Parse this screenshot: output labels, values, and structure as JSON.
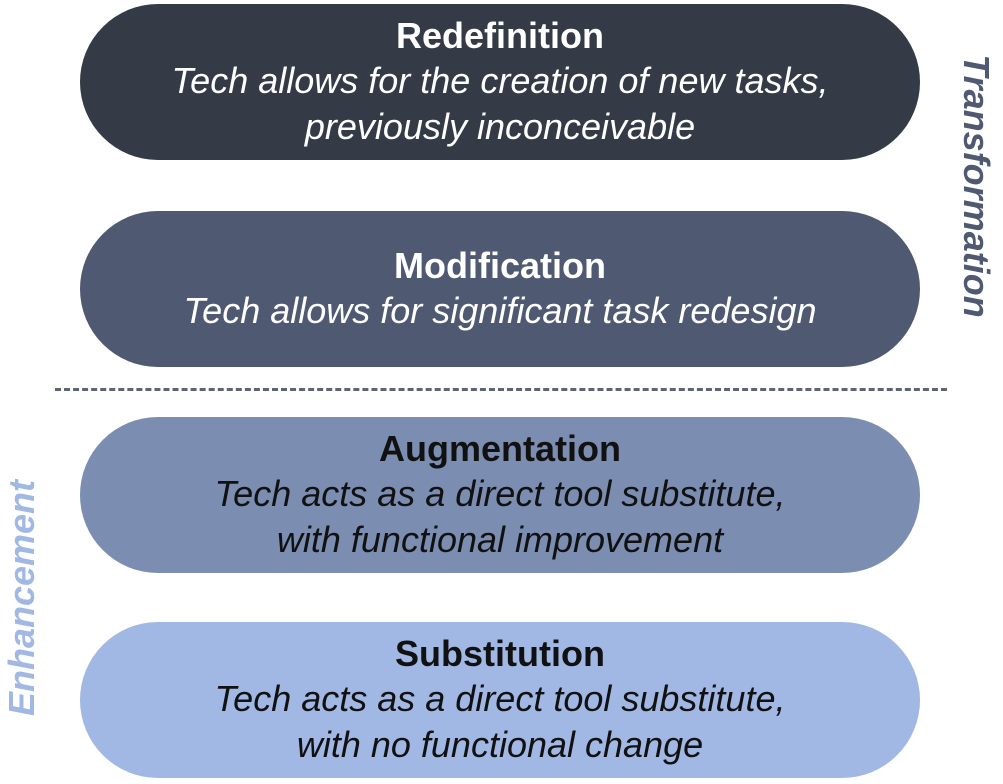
{
  "levels": [
    {
      "title": "Redefinition",
      "description": [
        "Tech allows for the creation of new tasks,",
        "previously inconceivable"
      ],
      "fill": "#343a46",
      "text_color": "#ffffff"
    },
    {
      "title": "Modification",
      "description": [
        "Tech allows for significant task redesign"
      ],
      "fill": "#4f5a72",
      "text_color": "#ffffff"
    },
    {
      "title": "Augmentation",
      "description": [
        "Tech acts as a direct tool substitute,",
        "with functional improvement"
      ],
      "fill": "#7b8db1",
      "text_color": "#111111"
    },
    {
      "title": "Substitution",
      "description": [
        "Tech acts as a direct tool substitute,",
        "with no functional change"
      ],
      "fill": "#a1b8e5",
      "text_color": "#111111"
    }
  ],
  "side_labels": {
    "transformation": {
      "text": "Transformation",
      "color": "#4f5a72"
    },
    "enhancement": {
      "text": "Enhancement",
      "color": "#a1b8e5"
    }
  },
  "divider": {
    "style": "dashed",
    "color": "#5d6472"
  }
}
